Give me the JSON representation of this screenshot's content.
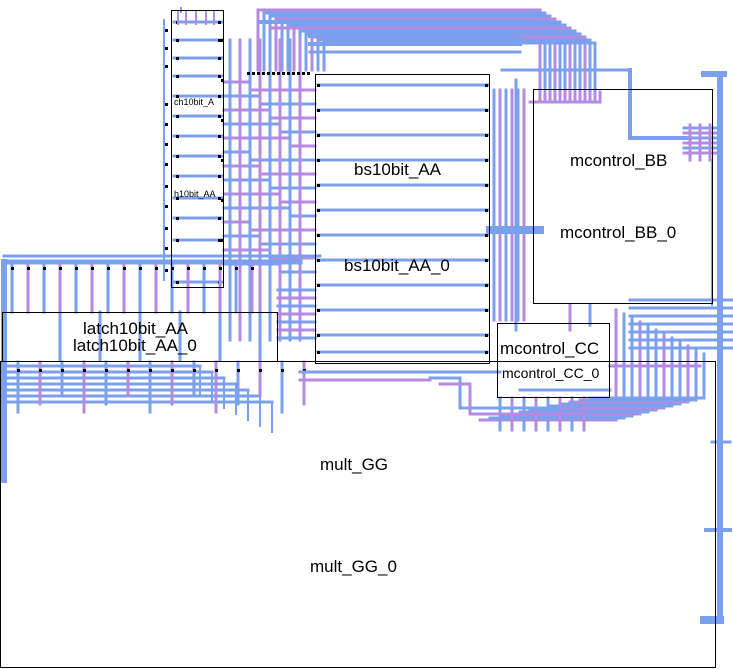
{
  "colors": {
    "background": "#ffffff",
    "block_outline": "#000000",
    "wire_primary": "#7ba0ee",
    "wire_secondary": "#b48be0",
    "pin": "#000000",
    "label": "#000000"
  },
  "blocks": {
    "latch_top": {
      "type_label": "ch10bit_A",
      "instance_label": "h10bit_AA"
    },
    "bs10bit": {
      "type_label": "bs10bit_AA",
      "instance_label": "bs10bit_AA_0"
    },
    "mcontrol_bb": {
      "type_label": "mcontrol_BB",
      "instance_label": "mcontrol_BB_0"
    },
    "latch10bit": {
      "type_label": "latch10bit_AA",
      "instance_label": "latch10bit_AA_0"
    },
    "mcontrol_cc": {
      "type_label": "mcontrol_CC",
      "instance_label": "mcontrol_CC_0"
    },
    "mult_gg": {
      "type_label": "mult_GG",
      "instance_label": "mult_GG_0"
    }
  }
}
